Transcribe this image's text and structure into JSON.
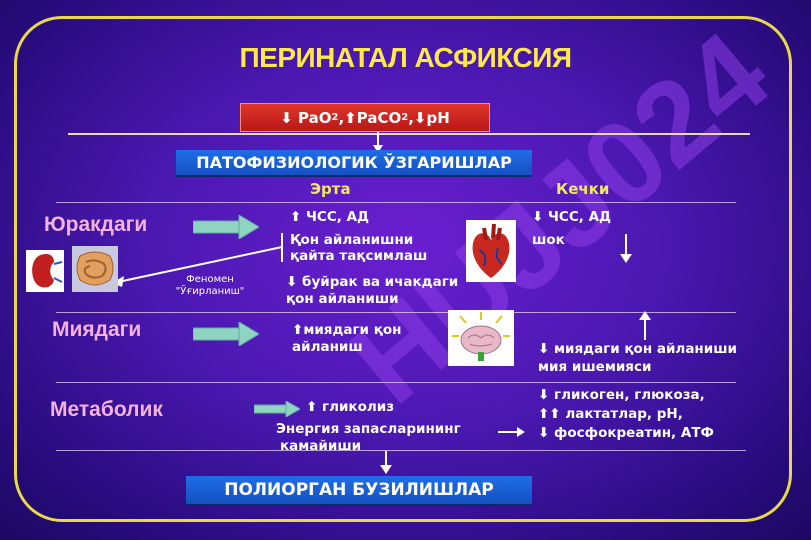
{
  "title": "ПЕРИНАТАЛ АСФИКСИЯ",
  "watermark": "HUJJ024",
  "red_box": {
    "t1": "PaO",
    "sub1": "2",
    "t2": ", ",
    "t3": " PaCO",
    "sub2": "2",
    "t4": ", ",
    "t5": " pH"
  },
  "blue_box_top": "ПАТОФИЗИОЛОГИК  ЎЗГАРИШЛАР",
  "blue_box_bottom": "ПОЛИОРГАН БУЗИЛИШЛАР",
  "columns": {
    "early": "Эрта",
    "late": "Кечки"
  },
  "sections": {
    "heart": {
      "label": "Юракдаги",
      "early_1": " ЧСС,  АД",
      "early_2": "Қон айланишни",
      "early_3": "қайта тақсимлаш",
      "early_4": " буйрак ва ичакдаги",
      "early_5": "қон айланиши",
      "late_1": " ЧСС,  АД",
      "late_2": "шок",
      "phenomenon_1": "Феномен",
      "phenomenon_2": "\"Ўғирланиш\""
    },
    "brain": {
      "label": "Миядаги",
      "early_1": "миядаги қон",
      "early_2": "айланиш",
      "late_1": " миядаги қон айланиши",
      "late_2": "мия ишемияси"
    },
    "metabolic": {
      "label": "Метаболик",
      "early_1": " гликолиз",
      "early_2": "Энергия запасларининг",
      "early_3": "камайиши",
      "late_1": " гликоген,  глюкоза,",
      "late_2": " лактатлар,  pH,",
      "late_3": " фосфокреатин,  АТФ"
    }
  },
  "colors": {
    "frame": "#e8d84a",
    "title": "#ffe94a",
    "section_label": "#f3b2dc",
    "column_head": "#f0e860",
    "red_box": "#d02a20",
    "blue_box": "#1e6ee8",
    "green_arrow": "#8fd4c0"
  }
}
